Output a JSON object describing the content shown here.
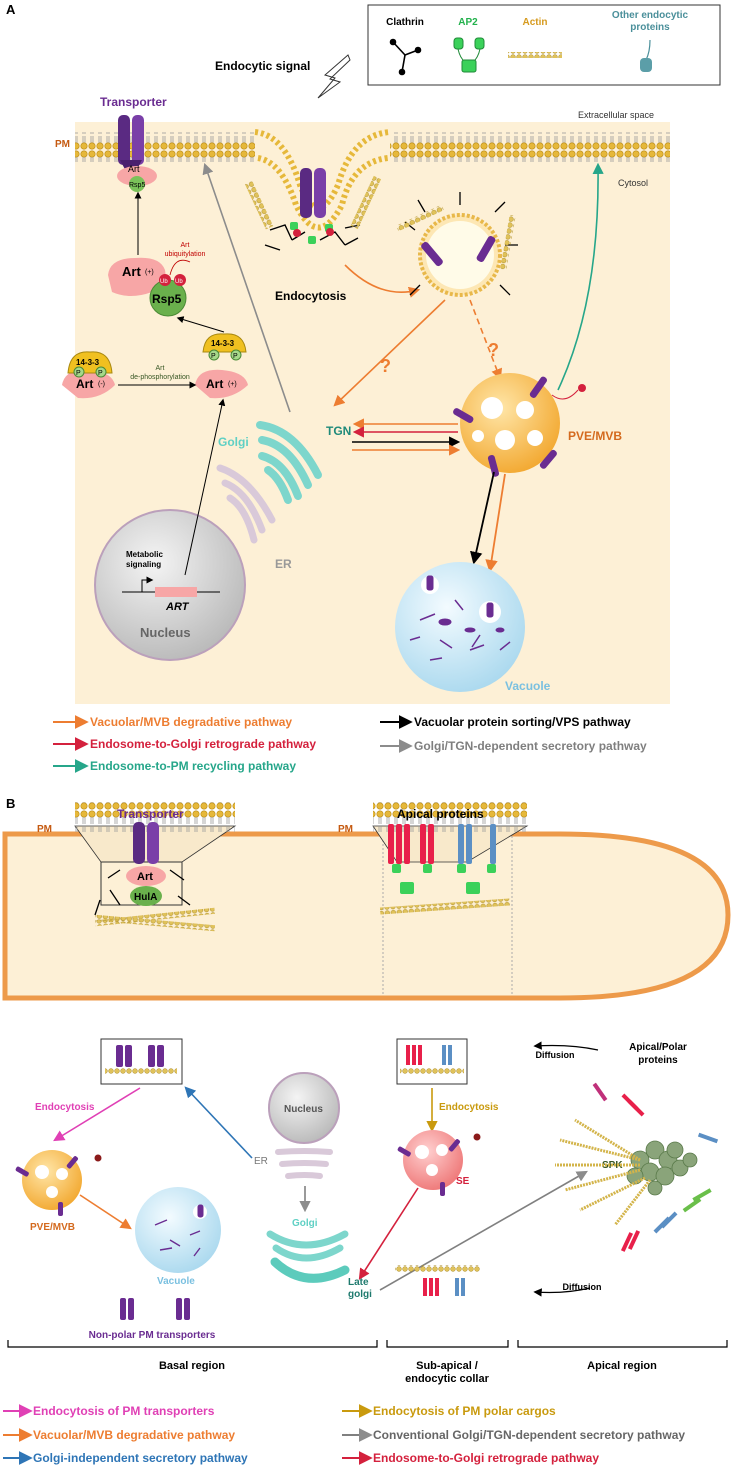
{
  "panel_a": {
    "label": "A",
    "legend_box": {
      "clathrin": "Clathrin",
      "ap2": "AP2",
      "actin": "Actin",
      "other_line1": "Other endocytic",
      "other_line2": "proteins"
    },
    "endocytic_signal": "Endocytic signal",
    "transporter": "Transporter",
    "pm": "PM",
    "extracellular": "Extracellular space",
    "cytosol": "Cytosol",
    "art": "Art",
    "rsp5": "Rsp5",
    "art_plus": "(+)",
    "art_minus": "(-)",
    "ub": "Ub",
    "art_ubiq_line1": "Art",
    "art_ubiq_line2": "ubiquitylation",
    "protein_1433": "14-3-3",
    "p": "P",
    "art_dephos_line1": "Art",
    "art_dephos_line2": "de-phosphorylation",
    "endocytosis": "Endocytosis",
    "question": "?",
    "golgi": "Golgi",
    "tgn": "TGN",
    "pve_mvb": "PVE/MVB",
    "er": "ER",
    "metabolic_line1": "Metabolic",
    "metabolic_line2": "signaling",
    "art_gene": "ART",
    "nucleus": "Nucleus",
    "vacuole": "Vacuole",
    "legend": {
      "orange": "Vacuolar/MVB degradative pathway",
      "red": "Endosome-to-Golgi retrograde pathway",
      "teal": "Endosome-to-PM recycling pathway",
      "black": "Vacuolar protein sorting/VPS pathway",
      "gray": "Golgi/TGN-dependent secretory pathway"
    },
    "colors": {
      "orange": "#ed7d31",
      "red": "#d4213d",
      "teal": "#26a68a",
      "black": "#000000",
      "gray": "#8c8c8c",
      "purple": "#6a2c91",
      "cytosol": "#fdf0d6"
    }
  },
  "panel_b": {
    "label": "B",
    "transporter": "Transporter",
    "apical_proteins": "Apical proteins",
    "pm": "PM",
    "art": "Art",
    "hula": "HulA",
    "endocytosis": "Endocytosis",
    "pve_mvb": "PVE/MVB",
    "vacuole": "Vacuole",
    "nucleus": "Nucleus",
    "er": "ER",
    "golgi": "Golgi",
    "late_golgi_line1": "Late",
    "late_golgi_line2": "golgi",
    "se": "SE",
    "spk": "SPK",
    "diffusion": "Diffusion",
    "apical_polar_line1": "Apical/Polar",
    "apical_polar_line2": "proteins",
    "non_polar": "Non-polar PM transporters",
    "basal_region": "Basal region",
    "subapical_line1": "Sub-apical /",
    "subapical_line2": "endocytic collar",
    "apical_region": "Apical region",
    "legend": {
      "magenta": "Endocytosis of PM transporters",
      "orange": "Vacuolar/MVB degradative pathway",
      "blue": "Golgi-independent secretory pathway",
      "gold": "Endocytosis of PM polar cargos",
      "gray": "Conventional Golgi/TGN-dependent secretory pathway",
      "red": "Endosome-to-Golgi retrograde pathway"
    },
    "colors": {
      "magenta": "#e040b5",
      "orange": "#ed7d31",
      "blue": "#2e75b6",
      "gold": "#c99a0e",
      "gray": "#808080",
      "red": "#d4213d"
    }
  }
}
